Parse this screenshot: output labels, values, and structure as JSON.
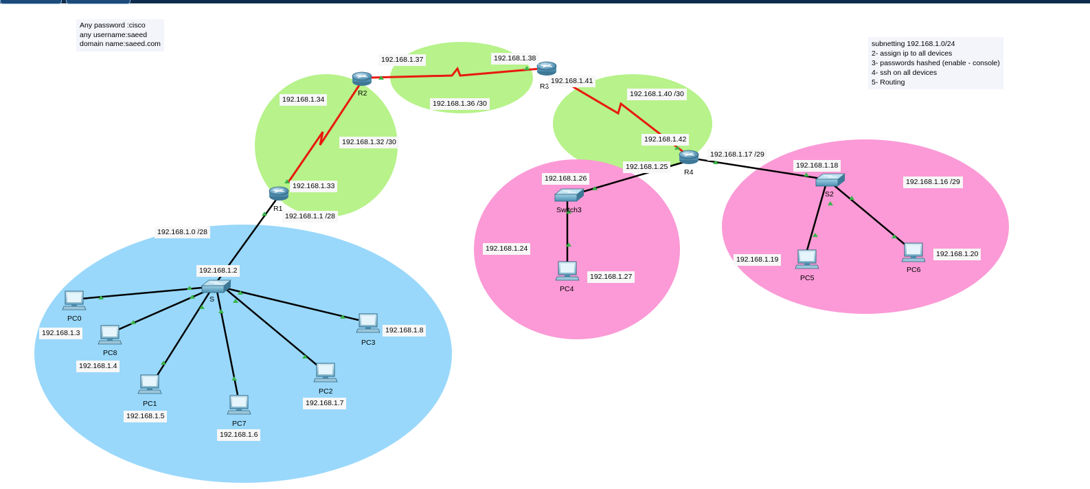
{
  "notes": {
    "credentials": [
      "Any password :cisco",
      "any username:saeed",
      "domain name:saeed.com"
    ],
    "tasks": [
      "subnetting 192.168.1.0/24",
      "2- assign ip to all devices",
      "3- passwords hashed (enable - console)",
      "4- ssh on all devices",
      "5- Routing"
    ]
  },
  "devices": {
    "R1": "R1",
    "R2": "R2",
    "R3": "R3",
    "R4": "R4",
    "S": "S",
    "S2": "S2",
    "Switch3": "Switch3",
    "PC0": "PC0",
    "PC1": "PC1",
    "PC2": "PC2",
    "PC3": "PC3",
    "PC4": "PC4",
    "PC5": "PC5",
    "PC6": "PC6",
    "PC7": "PC7",
    "PC8": "PC8"
  },
  "labels": {
    "ip_1_37": "192.168.1.37",
    "ip_1_38": "192.168.1.38",
    "ip_1_41": "192.168.1.41",
    "ip_1_34": "192.168.1.34",
    "ip_1_36_30": "192.168.1.36 /30",
    "ip_1_40_30": "192.168.1.40 /30",
    "ip_1_32_30": "192.168.1.32 /30",
    "ip_1_42": "192.168.1.42",
    "ip_1_17_29": "192.168.1.17 /29",
    "ip_1_25": "192.168.1.25",
    "ip_1_18": "192.168.1.18",
    "ip_1_26": "192.168.1.26",
    "ip_1_33": "192.168.1.33",
    "ip_1_16_29": "192.168.1.16 /29",
    "ip_1_1_28": "192.168.1.1 /28",
    "ip_1_0_28": "192.168.1.0 /28",
    "ip_1_24": "192.168.1.24",
    "ip_1_19": "192.168.1.19",
    "ip_1_20": "192.168.1.20",
    "ip_1_2": "192.168.1.2",
    "ip_1_27": "192.168.1.27",
    "ip_1_3": "192.168.1.3",
    "ip_1_8": "192.168.1.8",
    "ip_1_4": "192.168.1.4",
    "ip_1_5": "192.168.1.5",
    "ip_1_7": "192.168.1.7",
    "ip_1_6": "192.168.1.6"
  },
  "colors": {
    "wan_zone": "#b7f28a",
    "lan1_zone": "#99d8fb",
    "lan_pink_zone": "#fb9ad6",
    "serial_link": "#e8190f",
    "ethernet_link": "#000000",
    "link_up": "#3ab54a"
  }
}
